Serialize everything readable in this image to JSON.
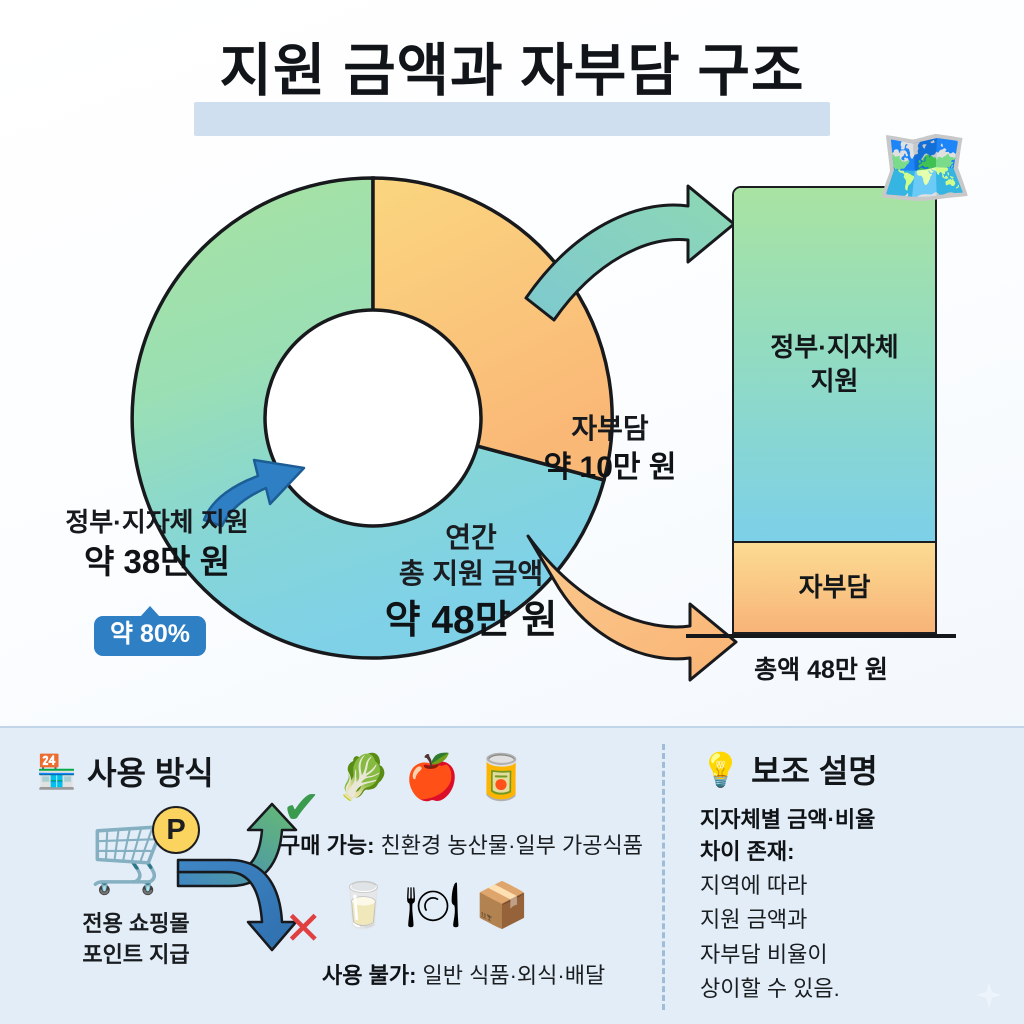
{
  "title": "지원 금액과 자부담 구조",
  "donut": {
    "center": {
      "line1": "연간",
      "line2": "총 지원 금액",
      "line3": "약 48만 원"
    },
    "self_label": {
      "name": "자부담",
      "amount": "약 10만 원"
    },
    "gov_label": {
      "name": "정부·지자체 지원",
      "amount": "약 38만 원",
      "badge": "약 80%"
    }
  },
  "bar": {
    "gov_segment": "정부·지자체\n지원",
    "gov_segment_line1": "정부·지자체",
    "gov_segment_line2": "지원",
    "self_segment": "자부담",
    "caption": "총액 48만 원"
  },
  "usage_panel": {
    "heading": "사용 방식",
    "heading_icon": "storefront-icon",
    "cart": {
      "icon": "shopping-cart-icon",
      "badge": "P",
      "caption_line1": "전용 쇼핑몰",
      "caption_line2": "포인트 지급"
    },
    "allowed": {
      "mark": "✔",
      "label": "구매 가능:",
      "detail": " 친환경 농산물·일부 가공식품",
      "icons": [
        "vegetables-icon",
        "fruits-icon",
        "processed-food-icon"
      ],
      "icon_glyphs": [
        "🥬",
        "🍎",
        "🥫"
      ]
    },
    "not_allowed": {
      "mark": "✕",
      "label": "사용 불가:",
      "detail": " 일반 식품·외식·배달",
      "icons": [
        "groceries-icon",
        "restaurant-meal-icon",
        "delivery-box-icon"
      ],
      "icon_glyphs": [
        "🥛",
        "🍽",
        "📦"
      ]
    }
  },
  "note_panel": {
    "heading": "보조 설명",
    "heading_icon": "lightbulb-icon",
    "strong_line1": "지자체별 금액·비율",
    "strong_line2": "차이 존재:",
    "rest_line1": "지역에 따라",
    "rest_line2": "지원 금액과",
    "rest_line3": "자부담 비율이",
    "rest_line4": "상이할 수 있음.",
    "map_icon": "folded-map-icon"
  },
  "colors": {
    "green": "#A8E2A0",
    "blue": "#7FD1E8",
    "orange_light": "#FAD67F",
    "orange_dark": "#FAB877",
    "badge_blue": "#2F7FC4",
    "panel_bg": "#E3EDF8",
    "title_highlight": "#CFDFF0",
    "check_green": "#3A9A4E",
    "cross_red": "#E0403F"
  },
  "chart_data": [
    {
      "type": "pie",
      "title": "지원 금액과 자부담 구조",
      "subtype": "donut",
      "categories": [
        "정부·지자체 지원",
        "자부담"
      ],
      "values": [
        38,
        10
      ],
      "unit": "만 원",
      "total": 48,
      "percentages": [
        80,
        20
      ],
      "colors": [
        "#A8E2A0",
        "#FAB877"
      ],
      "center_label": "연간 총 지원 금액 약 48만 원",
      "legend": "inline-labels",
      "start_angle": 0
    },
    {
      "type": "bar",
      "subtype": "stacked-single-column",
      "categories": [
        "총액"
      ],
      "series": [
        {
          "name": "정부·지자체 지원",
          "values": [
            38
          ],
          "percent": 80,
          "color": "#8ADCC0"
        },
        {
          "name": "자부담",
          "values": [
            10
          ],
          "percent": 20,
          "color": "#F8B478"
        }
      ],
      "unit": "만 원",
      "total": 48,
      "xlabel": "",
      "ylabel": "",
      "axis_caption": "총액 48만 원",
      "grid": false
    }
  ]
}
